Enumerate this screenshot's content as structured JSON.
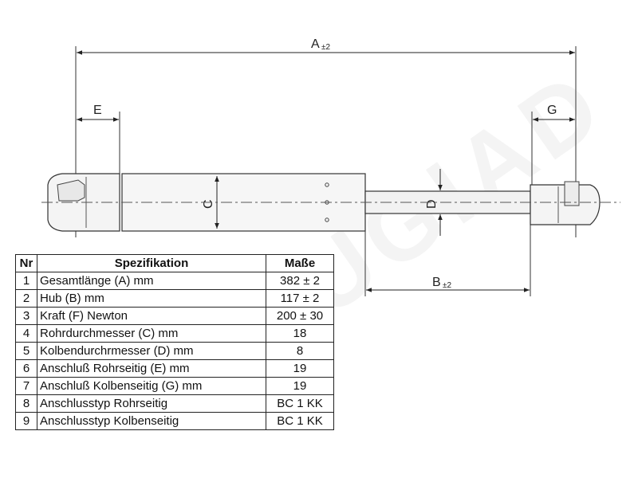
{
  "watermark": "BUGIAD",
  "dimensions": {
    "A": "A",
    "A_tol": "±2",
    "B": "B",
    "B_tol": "±2",
    "C": "C",
    "D": "D",
    "E": "E",
    "G": "G"
  },
  "table": {
    "headers": [
      "Nr",
      "Spezifikation",
      "Maße"
    ],
    "rows": [
      [
        "1",
        "Gesamtlänge (A) mm",
        "382 ± 2"
      ],
      [
        "2",
        "Hub (B)  mm",
        "117 ± 2"
      ],
      [
        "3",
        "Kraft (F) Newton",
        "200 ± 30"
      ],
      [
        "4",
        "Rohrdurchmesser (C) mm",
        "18"
      ],
      [
        "5",
        "Kolbendurchrmesser (D) mm",
        "8"
      ],
      [
        "6",
        "Anschluß Rohrseitig (E) mm",
        "19"
      ],
      [
        "7",
        "Anschluß Kolbenseitig (G) mm",
        "19"
      ],
      [
        "8",
        "Anschlusstyp Rohrseitig",
        "BC 1 KK"
      ],
      [
        "9",
        "Anschlusstyp Kolbenseitig",
        "BC 1 KK"
      ]
    ]
  }
}
